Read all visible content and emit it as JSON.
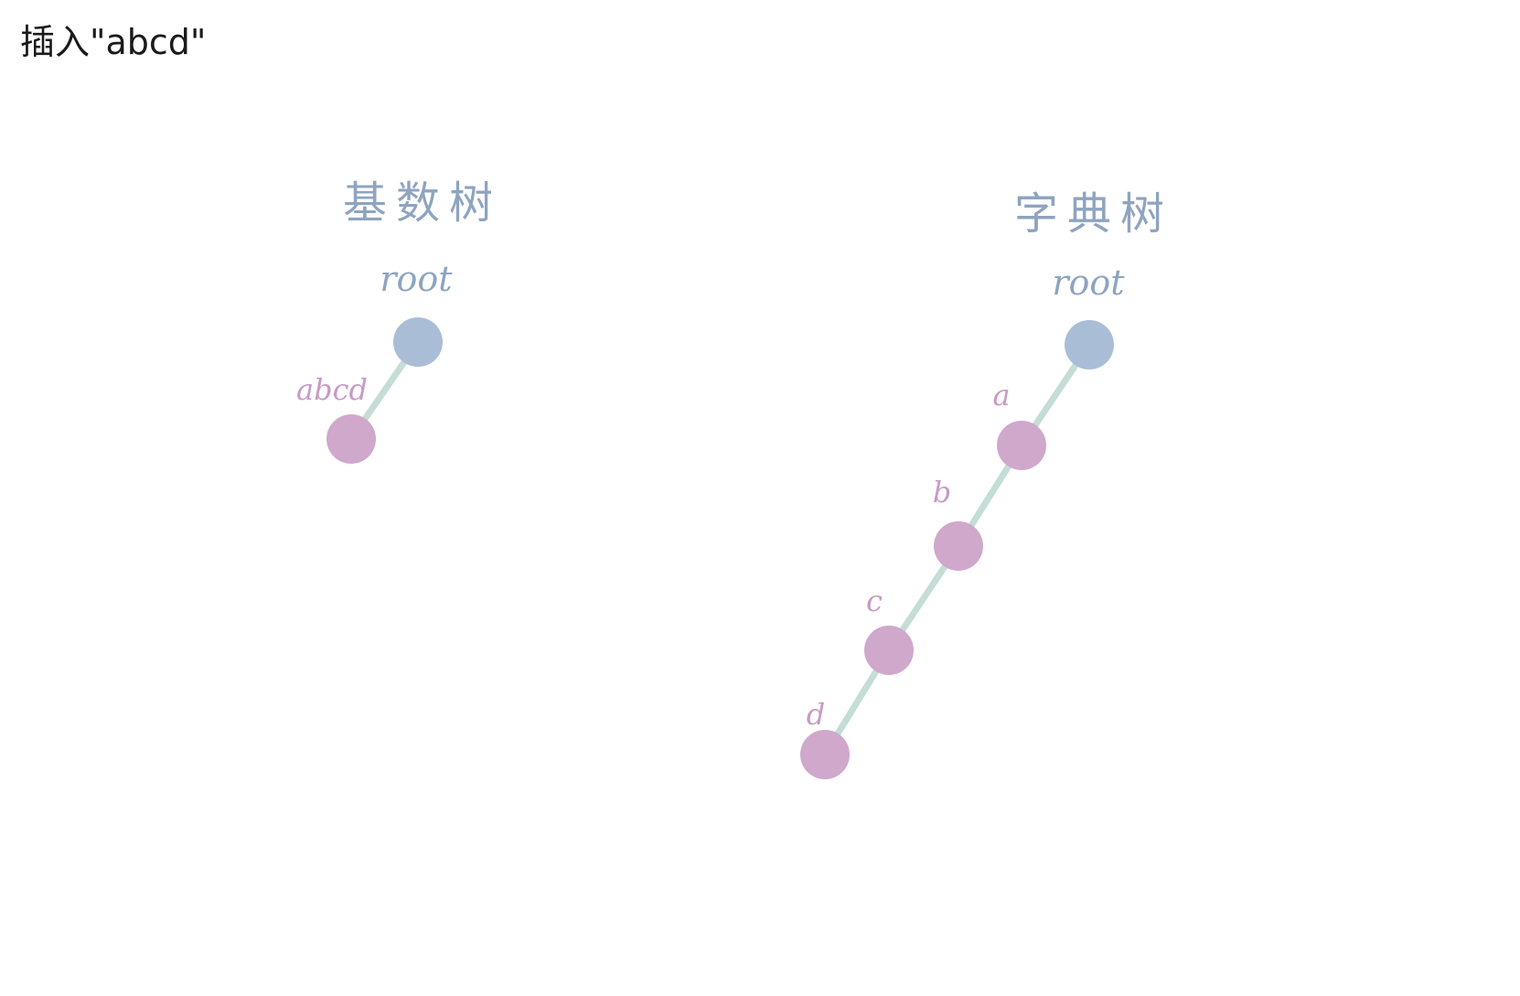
{
  "heading": "插入\"abcd\"",
  "colors": {
    "root_node": "#a9bdd6",
    "child_node": "#cfa8cc",
    "edge": "#c4ddd6",
    "title_text": "#8ea4c0",
    "root_text": "#8ea4c0",
    "node_label_text": "#c79ac4"
  },
  "trees": [
    {
      "title": "基数树",
      "root_label": "root",
      "nodes": [
        "abcd"
      ]
    },
    {
      "title": "字典树",
      "root_label": "root",
      "nodes": [
        "a",
        "b",
        "c",
        "d"
      ]
    }
  ]
}
